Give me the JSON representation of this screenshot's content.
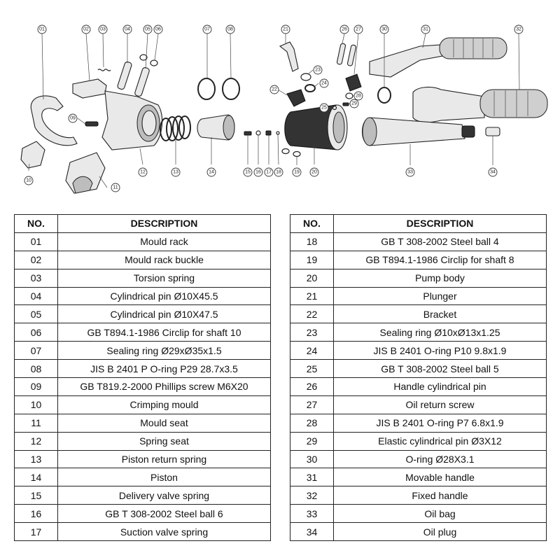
{
  "callouts": [
    "01",
    "02",
    "03",
    "04",
    "05",
    "06",
    "07",
    "08",
    "09",
    "10",
    "11",
    "12",
    "13",
    "14",
    "15",
    "16",
    "17",
    "18",
    "19",
    "20",
    "21",
    "22",
    "23",
    "24",
    "25",
    "26",
    "27",
    "28",
    "29",
    "30",
    "31",
    "32",
    "33",
    "34"
  ],
  "table": {
    "headers": {
      "no": "NO.",
      "description": "DESCRIPTION"
    },
    "left": [
      {
        "no": "01",
        "desc": "Mould rack"
      },
      {
        "no": "02",
        "desc": "Mould rack buckle"
      },
      {
        "no": "03",
        "desc": "Torsion spring"
      },
      {
        "no": "04",
        "desc": "Cylindrical pin Ø10X45.5"
      },
      {
        "no": "05",
        "desc": "Cylindrical pin Ø10X47.5"
      },
      {
        "no": "06",
        "desc": "GB T894.1-1986 Circlip for shaft 10"
      },
      {
        "no": "07",
        "desc": "Sealing ring Ø29xØ35x1.5"
      },
      {
        "no": "08",
        "desc": "JIS B 2401 P O-ring P29 28.7x3.5"
      },
      {
        "no": "09",
        "desc": "GB T819.2-2000 Phillips screw M6X20"
      },
      {
        "no": "10",
        "desc": "Crimping mould"
      },
      {
        "no": "11",
        "desc": "Mould seat"
      },
      {
        "no": "12",
        "desc": "Spring seat"
      },
      {
        "no": "13",
        "desc": "Piston return spring"
      },
      {
        "no": "14",
        "desc": "Piston"
      },
      {
        "no": "15",
        "desc": "Delivery valve spring"
      },
      {
        "no": "16",
        "desc": "GB T 308-2002 Steel ball 6"
      },
      {
        "no": "17",
        "desc": "Suction valve spring"
      }
    ],
    "right": [
      {
        "no": "18",
        "desc": "GB T 308-2002 Steel ball 4"
      },
      {
        "no": "19",
        "desc": "GB T894.1-1986 Circlip for shaft 8"
      },
      {
        "no": "20",
        "desc": "Pump body"
      },
      {
        "no": "21",
        "desc": "Plunger"
      },
      {
        "no": "22",
        "desc": "Bracket"
      },
      {
        "no": "23",
        "desc": "Sealing ring Ø10xØ13x1.25"
      },
      {
        "no": "24",
        "desc": "JIS B 2401 O-ring P10 9.8x1.9"
      },
      {
        "no": "25",
        "desc": "GB T 308-2002 Steel ball 5"
      },
      {
        "no": "26",
        "desc": "Handle cylindrical pin"
      },
      {
        "no": "27",
        "desc": "Oil return screw"
      },
      {
        "no": "28",
        "desc": "JIS B 2401 O-ring P7 6.8x1.9"
      },
      {
        "no": "29",
        "desc": "Elastic cylindrical pin Ø3X12"
      },
      {
        "no": "30",
        "desc": "O-ring Ø28X3.1"
      },
      {
        "no": "31",
        "desc": "Movable handle"
      },
      {
        "no": "32",
        "desc": "Fixed handle"
      },
      {
        "no": "33",
        "desc": "Oil bag"
      },
      {
        "no": "34",
        "desc": "Oil plug"
      }
    ]
  }
}
